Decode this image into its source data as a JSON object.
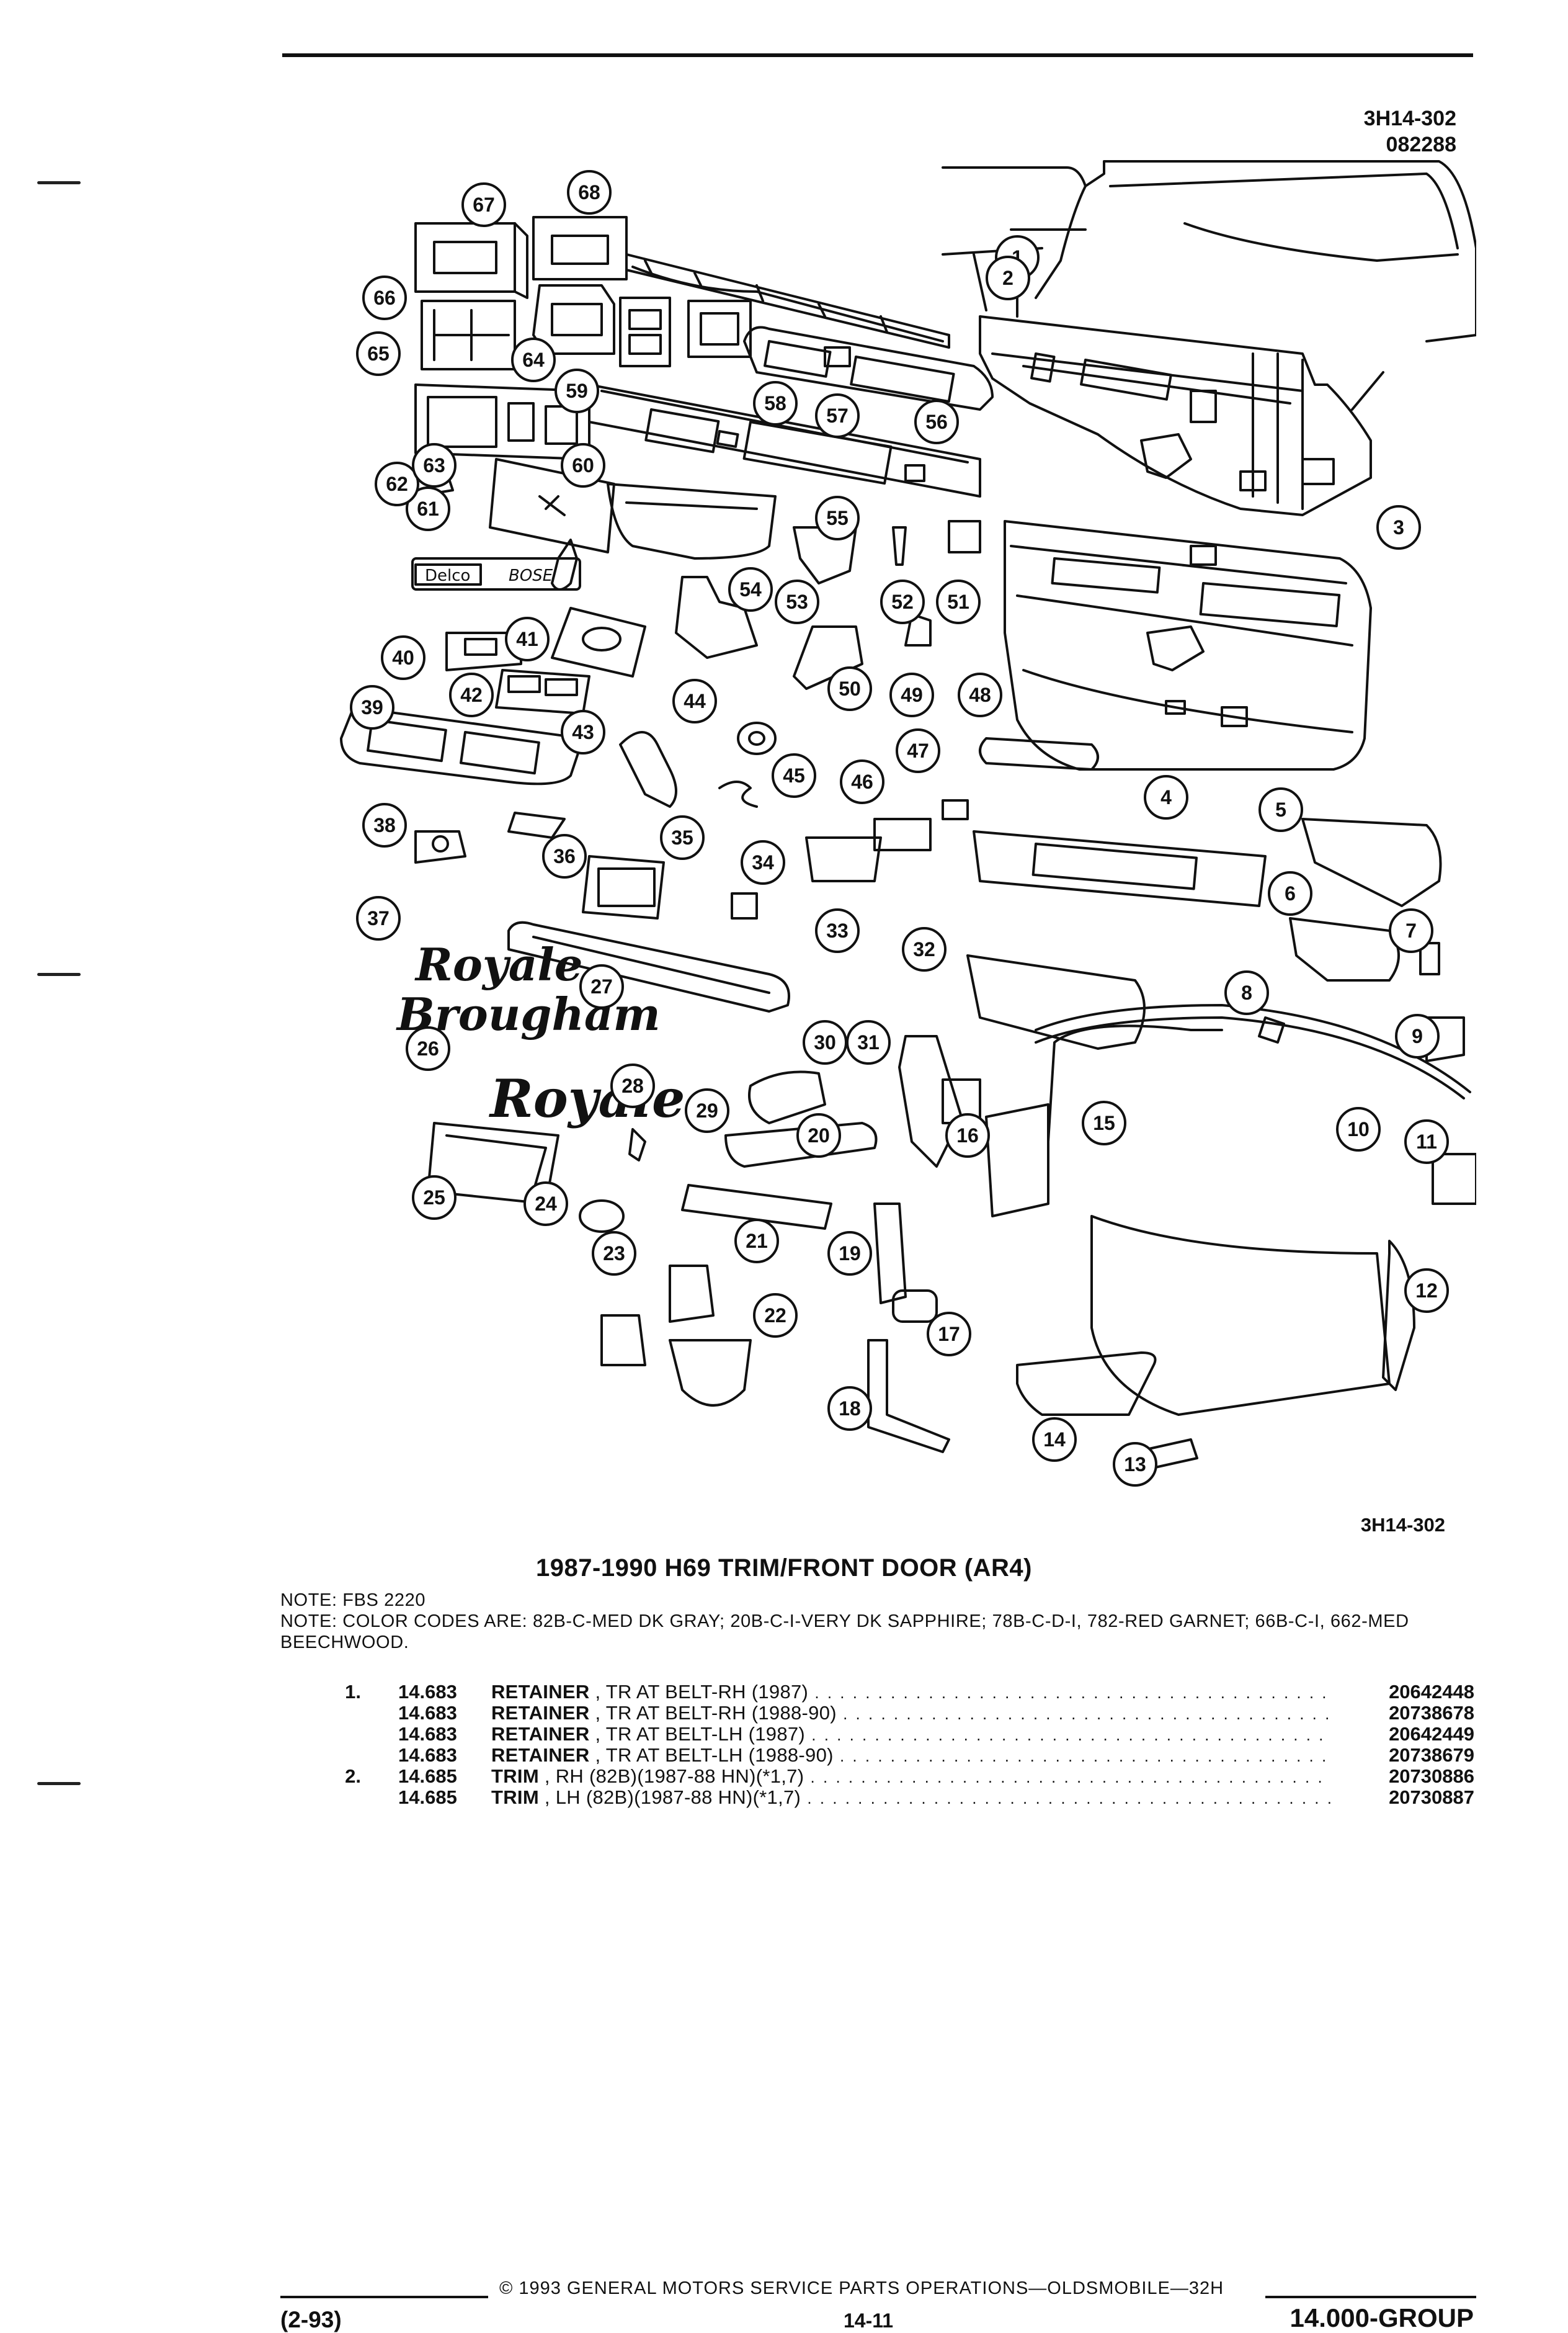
{
  "header": {
    "doc_id": "3H14-302",
    "doc_date": "082288"
  },
  "figure": {
    "ref": "3H14-302",
    "callouts": [
      "1",
      "2",
      "3",
      "4",
      "5",
      "6",
      "7",
      "8",
      "9",
      "10",
      "11",
      "12",
      "13",
      "14",
      "15",
      "16",
      "17",
      "18",
      "19",
      "20",
      "21",
      "22",
      "23",
      "24",
      "25",
      "26",
      "27",
      "28",
      "29",
      "30",
      "31",
      "32",
      "33",
      "34",
      "35",
      "36",
      "37",
      "38",
      "39",
      "40",
      "41",
      "42",
      "43",
      "44",
      "45",
      "46",
      "47",
      "48",
      "49",
      "50",
      "51",
      "52",
      "53",
      "54",
      "55",
      "56",
      "57",
      "58",
      "59",
      "60",
      "61",
      "62",
      "63",
      "64",
      "65",
      "66",
      "67",
      "68"
    ],
    "emblem_royale": "Royale",
    "emblem_royale_brougham_1": "Royale",
    "emblem_royale_brougham_2": "Brougham",
    "badge_delco": "Delco",
    "badge_bose": "BOSE"
  },
  "title": "1987-1990 H69 TRIM/FRONT DOOR (AR4)",
  "notes": [
    "NOTE:  FBS 2220",
    "NOTE:  COLOR CODES ARE: 82B-C-MED DK GRAY; 20B-C-I-VERY DK SAPPHIRE; 78B-C-D-I, 782-RED GARNET; 66B-C-I, 662-MED BEECHWOOD."
  ],
  "parts": [
    {
      "ref": "1.",
      "group": "14.683",
      "name": "RETAINER",
      "detail": ", TR AT BELT-RH (1987)",
      "part_no": "20642448"
    },
    {
      "ref": "",
      "group": "14.683",
      "name": "RETAINER",
      "detail": ", TR AT BELT-RH (1988-90)",
      "part_no": "20738678"
    },
    {
      "ref": "",
      "group": "14.683",
      "name": "RETAINER",
      "detail": ", TR AT BELT-LH (1987)",
      "part_no": "20642449"
    },
    {
      "ref": "",
      "group": "14.683",
      "name": "RETAINER",
      "detail": ", TR AT BELT-LH (1988-90)",
      "part_no": "20738679"
    },
    {
      "ref": "2.",
      "group": "14.685",
      "name": "TRIM",
      "detail": ", RH (82B)(1987-88 HN)(*1,7)",
      "part_no": "20730886"
    },
    {
      "ref": "",
      "group": "14.685",
      "name": "TRIM",
      "detail": ", LH (82B)(1987-88 HN)(*1,7)",
      "part_no": "20730887"
    }
  ],
  "footer": {
    "copyright": "© 1993 GENERAL MOTORS SERVICE PARTS OPERATIONS—OLDSMOBILE—32H",
    "date": "(2-93)",
    "page": "14-11",
    "group": "14.000-GROUP"
  }
}
